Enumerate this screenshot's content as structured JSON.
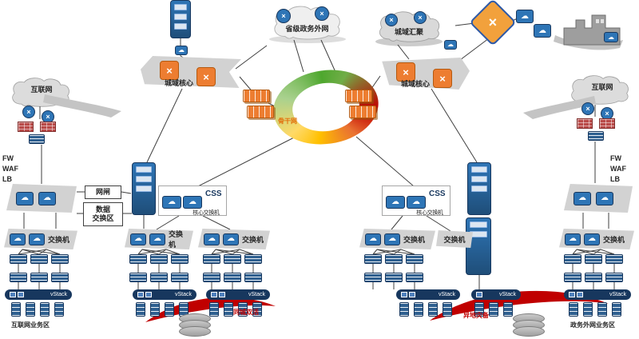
{
  "icons": {
    "cloud": "☁",
    "cross": "×"
  },
  "top": {
    "prov_cloud": "省级政务外网",
    "metro_cloud": "城域汇聚",
    "metro_core": "城域核心",
    "backbone": "骨干网"
  },
  "internet": {
    "label": "互联网"
  },
  "security": {
    "fw": "FW",
    "waf": "WAF",
    "lb": "LB"
  },
  "exchange": {
    "gatekeeper": "网闸",
    "zone_line1": "数据",
    "zone_line2": "交换区"
  },
  "core": {
    "css": "CSS",
    "switch": "核心交换机"
  },
  "labels": {
    "switch": "交换机",
    "vstack": "vStack"
  },
  "zones": {
    "left": "互联网业务区",
    "right": "政务外网业务区"
  },
  "dr": {
    "left": "同城双活",
    "right": "异地灾备"
  }
}
